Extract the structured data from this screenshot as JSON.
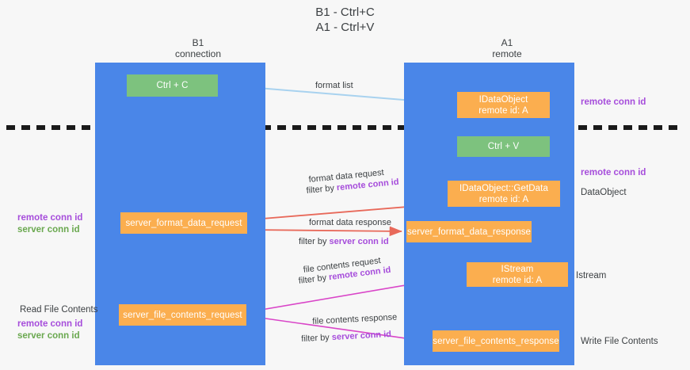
{
  "title": "B1 - Ctrl+C\nA1 - Ctrl+V",
  "lanes": {
    "left": {
      "header": "B1\nconnection",
      "color": "#4a86e8"
    },
    "right": {
      "header": "A1\nremote",
      "color": "#4a86e8"
    }
  },
  "nodes": {
    "ctrl_c": "Ctrl + C",
    "idataobject": "IDataObject\nremote id: A",
    "ctrl_v": "Ctrl + V",
    "getdata": "IDataObject::GetData\nremote id: A",
    "server_format_data_request": "server_format_data_request",
    "server_format_data_response": "server_format_data_response",
    "istream": "IStream\nremote id: A",
    "server_file_contents_request": "server_file_contents_request",
    "server_file_contents_response": "server_file_contents_response"
  },
  "edges": {
    "format_list": "format list",
    "format_data_request": "format data request",
    "format_data_request_filter_prefix": "filter by ",
    "format_data_request_filter_key": "remote conn id",
    "format_data_response": "format data response",
    "format_data_response_filter_prefix": "filter by ",
    "format_data_response_filter_key": "server conn id",
    "file_contents_request": "file contents request",
    "file_contents_request_filter_prefix": "filter by ",
    "file_contents_request_filter_key": "remote conn id",
    "file_contents_response": "file contents response",
    "file_contents_response_filter_prefix": "filter by ",
    "file_contents_response_filter_key": "server conn id"
  },
  "annotations": {
    "right": {
      "remote_conn_id_top": "remote conn id",
      "remote_conn_id_mid": "remote conn id",
      "dataobject": "DataObject",
      "istream": "Istream",
      "write_file_contents": "Write File Contents"
    },
    "left": {
      "remote_conn_id_mid": "remote conn id",
      "server_conn_id_mid": "server conn id",
      "read_file_contents": "Read File Contents",
      "remote_conn_id_bottom": "remote conn id",
      "server_conn_id_bottom": "server conn id"
    }
  },
  "colors": {
    "lane": "#4a86e8",
    "node_green": "#7dc27e",
    "node_orange": "#fbae4f",
    "remote_conn_id": "#a64ddb",
    "server_conn_id": "#6aa84f",
    "arrow_blue": "#a8d2ef",
    "arrow_red": "#e8695a",
    "arrow_magenta": "#d945c8",
    "arrow_black": "#1a1a1a",
    "background": "#f7f7f7"
  }
}
